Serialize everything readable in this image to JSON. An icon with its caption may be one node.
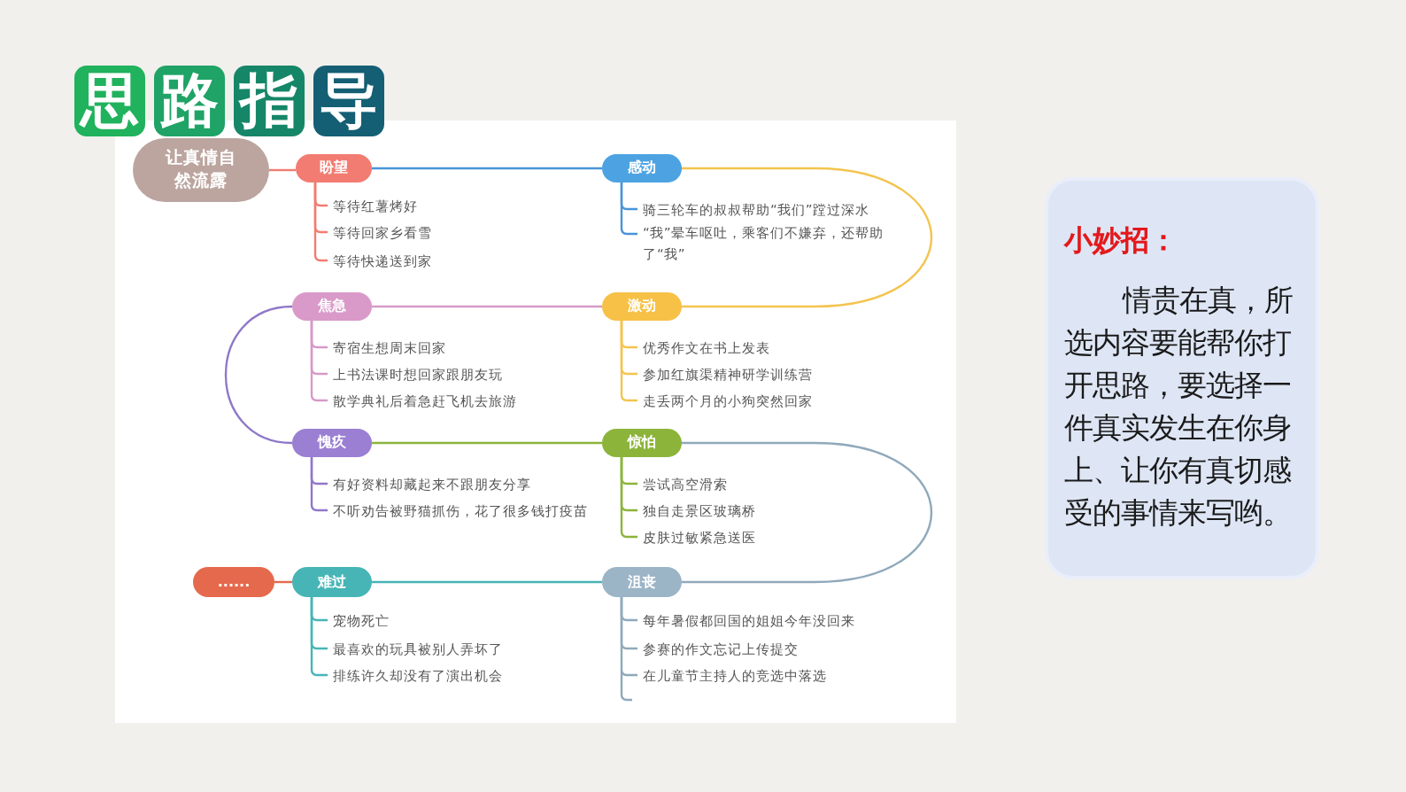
{
  "diagram": {
    "title": "思路指导",
    "nodes": [
      {
        "text": [
          "让真情自然流露"
        ]
      },
      {
        "text": [
          "盼望"
        ]
      },
      {
        "text": [
          "等待红薯烤好"
        ]
      },
      {
        "text": [
          "等待回家乡看雪"
        ]
      },
      {
        "text": [
          "等待快递送到家"
        ]
      },
      {
        "text": [
          "感动"
        ]
      },
      {
        "text": [
          "骑三轮车的叔叔帮助“我们”蹚过深水"
        ]
      },
      {
        "text": [
          "“我”晕车呕吐，乘客们不嫌弃，还帮助了“我”"
        ]
      },
      {
        "text": [
          "焦急"
        ]
      },
      {
        "text": [
          "寄宿生想周末回家"
        ]
      },
      {
        "text": [
          "上书法课时想回家跟朋友玩"
        ]
      },
      {
        "text": [
          "散学典礼后着急赶飞机去旅游"
        ]
      },
      {
        "text": [
          "激动"
        ]
      },
      {
        "text": [
          "优秀作文在书上发表"
        ]
      },
      {
        "text": [
          "参加红旗渠精神研学训练营"
        ]
      },
      {
        "text": [
          "走丢两个月的小狗突然回家"
        ]
      },
      {
        "text": [
          "愧疚"
        ]
      },
      {
        "text": [
          "有好资料却藏起来不跟朋友分享"
        ]
      },
      {
        "text": [
          "不听劝告被野猫抓伤，花了很多钱打疫苗"
        ]
      },
      {
        "text": [
          "惊怕"
        ]
      },
      {
        "text": [
          "尝试高空滑索"
        ]
      },
      {
        "text": [
          "独自走景区玻璃桥"
        ]
      },
      {
        "text": [
          "皮肤过敏紧急送医"
        ]
      },
      {
        "text": [
          "......"
        ]
      },
      {
        "text": [
          "难过"
        ]
      },
      {
        "text": [
          "宠物死亡"
        ]
      },
      {
        "text": [
          "最喜欢的玩具被别人弄坏了"
        ]
      },
      {
        "text": [
          "排练许久却没有了演出机会"
        ]
      },
      {
        "text": [
          "沮丧"
        ]
      },
      {
        "text": [
          "每年暑假都回国的姐姐今年没回来"
        ]
      },
      {
        "text": [
          "参赛的作文忘记上传提交"
        ]
      },
      {
        "text": [
          "在儿童节主持人的竞选中落选"
        ]
      },
      {
        "text": [
          "小妙招：",
          "情贵在真，所选内容要能帮你打开思路，要选择一件真实发生在你身上、让你有真切感受的事情来写哟。"
        ]
      }
    ],
    "edges": [
      {
        "from": 0,
        "to": 1,
        "arrow": "none",
        "color": "#f27c72"
      },
      {
        "from": 1,
        "to": 5,
        "arrow": "none",
        "color": "#4a94d8"
      },
      {
        "from": 5,
        "to": 12,
        "arrow": "none",
        "color": "#f3c44e"
      },
      {
        "from": 12,
        "to": 8,
        "arrow": "none",
        "color": "#d59ac8"
      },
      {
        "from": 8,
        "to": 16,
        "arrow": "none",
        "color": "#8f78c8"
      },
      {
        "from": 16,
        "to": 19,
        "arrow": "none",
        "color": "#8cb43b"
      },
      {
        "from": 19,
        "to": 28,
        "arrow": "none",
        "color": "#8fa9bb"
      },
      {
        "from": 28,
        "to": 24,
        "arrow": "none",
        "color": "#47b5b6"
      },
      {
        "from": 24,
        "to": 23,
        "arrow": "none",
        "color": "#e5694c"
      },
      {
        "from": 1,
        "to": 2,
        "arrow": "none",
        "color": "#f27c72"
      },
      {
        "from": 1,
        "to": 3,
        "arrow": "none",
        "color": "#f27c72"
      },
      {
        "from": 1,
        "to": 4,
        "arrow": "none",
        "color": "#f27c72"
      },
      {
        "from": 5,
        "to": 6,
        "arrow": "none",
        "color": "#4a94d8"
      },
      {
        "from": 5,
        "to": 7,
        "arrow": "none",
        "color": "#4a94d8"
      },
      {
        "from": 8,
        "to": 9,
        "arrow": "none",
        "color": "#d59ac8"
      },
      {
        "from": 8,
        "to": 10,
        "arrow": "none",
        "color": "#d59ac8"
      },
      {
        "from": 8,
        "to": 11,
        "arrow": "none",
        "color": "#d59ac8"
      },
      {
        "from": 12,
        "to": 13,
        "arrow": "none",
        "color": "#f3c44e"
      },
      {
        "from": 12,
        "to": 14,
        "arrow": "none",
        "color": "#f3c44e"
      },
      {
        "from": 12,
        "to": 15,
        "arrow": "none",
        "color": "#f3c44e"
      },
      {
        "from": 16,
        "to": 17,
        "arrow": "none",
        "color": "#8f78c8"
      },
      {
        "from": 16,
        "to": 18,
        "arrow": "none",
        "color": "#8f78c8"
      },
      {
        "from": 19,
        "to": 20,
        "arrow": "none",
        "color": "#8cb43b"
      },
      {
        "from": 19,
        "to": 21,
        "arrow": "none",
        "color": "#8cb43b"
      },
      {
        "from": 19,
        "to": 22,
        "arrow": "none",
        "color": "#8cb43b"
      },
      {
        "from": 24,
        "to": 25,
        "arrow": "none",
        "color": "#47b5b6"
      },
      {
        "from": 24,
        "to": 26,
        "arrow": "none",
        "color": "#47b5b6"
      },
      {
        "from": 24,
        "to": 27,
        "arrow": "none",
        "color": "#47b5b6"
      },
      {
        "from": 28,
        "to": 29,
        "arrow": "none",
        "color": "#8fa9bb"
      },
      {
        "from": 28,
        "to": 30,
        "arrow": "none",
        "color": "#8fa9bb"
      },
      {
        "from": 28,
        "to": 31,
        "arrow": "none",
        "color": "#8fa9bb"
      }
    ]
  }
}
